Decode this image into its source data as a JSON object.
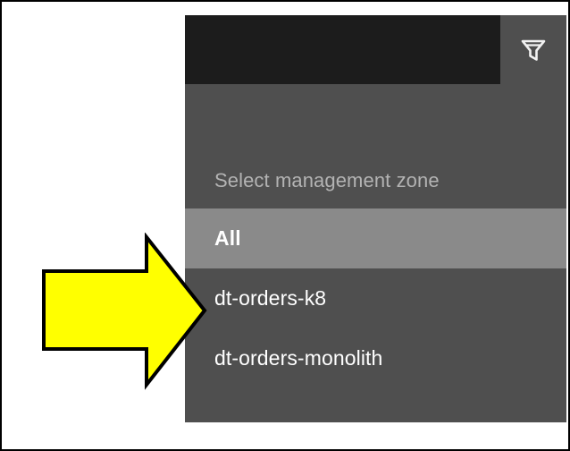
{
  "window": {
    "background_color": "#ffffff",
    "border_color": "#000000"
  },
  "dropdown": {
    "panel_bg": "#4f4f4f",
    "search": {
      "name": "management-zone-search",
      "value": "",
      "placeholder": "",
      "background_color": "#1c1c1c",
      "text_color": "#ffffff"
    },
    "filter_button": {
      "icon": "filter-funnel-icon",
      "icon_color": "#f2f2f2",
      "tooltip": ""
    },
    "section_label": "Select management zone",
    "section_label_color": "#b3b3b3",
    "items": [
      {
        "label": "All",
        "selected": true
      },
      {
        "label": "dt-orders-k8",
        "selected": false
      },
      {
        "label": "dt-orders-monolith",
        "selected": false
      }
    ],
    "selected_item_bg": "#8a8a8a",
    "item_text_color": "#ffffff"
  },
  "annotation": {
    "arrow": {
      "name": "callout-arrow-right",
      "direction": "right",
      "fill_color": "#ffff00",
      "stroke_color": "#000000",
      "points_at": "dt-orders-k8"
    }
  }
}
